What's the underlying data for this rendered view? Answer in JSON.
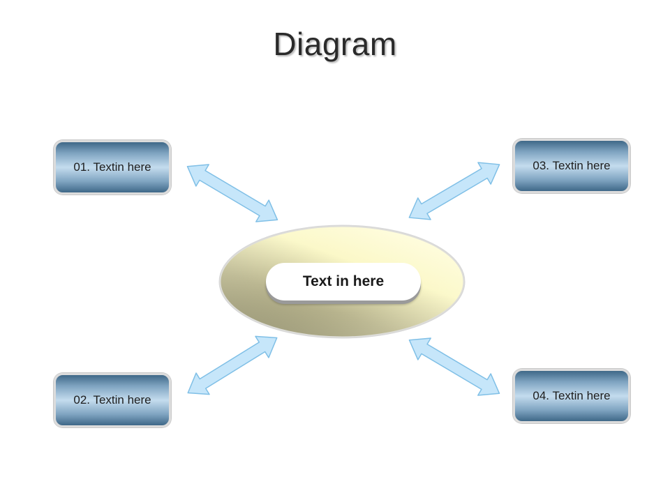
{
  "title": "Diagram",
  "center": {
    "label": "Text in here"
  },
  "nodes": [
    {
      "label": "01. Textin here"
    },
    {
      "label": "02. Textin here"
    },
    {
      "label": "03. Textin here"
    },
    {
      "label": "04. Textin here"
    }
  ],
  "colors": {
    "box_dark": "#3f6888",
    "box_light": "#c4dcee",
    "arrow_fill": "#c6e6fa",
    "arrow_stroke": "#7fbfe6",
    "hub_light": "#fffde0",
    "hub_dark": "#8a8766"
  }
}
